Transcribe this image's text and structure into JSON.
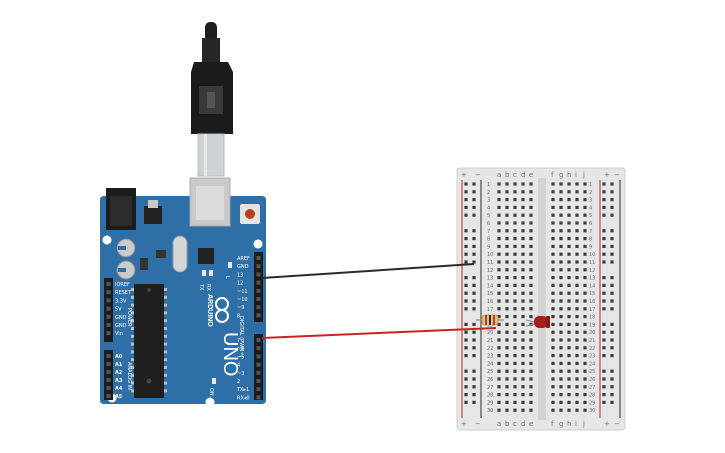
{
  "arduino": {
    "model": "UNO",
    "brand": "ARDUINO",
    "power_header_title": "POWER",
    "analog_header_title": "ANALOG IN",
    "digital_header_title": "DIGITAL (PWM~)",
    "power_pins": [
      "IOREF",
      "RESET",
      "3.3V",
      "5V",
      "GND",
      "GND",
      "Vin"
    ],
    "analog_pins": [
      "A0",
      "A1",
      "A2",
      "A3",
      "A4",
      "A5"
    ],
    "digital_pins_top": [
      "AREF",
      "GND",
      "13",
      "12",
      "~11",
      "~10",
      "~9",
      "8"
    ],
    "digital_pins_bottom": [
      "7",
      "~6",
      "~5",
      "4",
      "~3",
      "2",
      "TX▸1",
      "RX◂0"
    ],
    "led_labels": [
      "TX",
      "RX",
      "L"
    ],
    "on_label": "ON",
    "board_color": "#2f6fa7"
  },
  "breadboard": {
    "left_columns": [
      "a",
      "b",
      "c",
      "d",
      "e"
    ],
    "right_columns": [
      "f",
      "g",
      "h",
      "i",
      "j"
    ],
    "rail_plus": "+",
    "rail_minus": "−",
    "rows": [
      "1",
      "2",
      "3",
      "4",
      "5",
      "6",
      "7",
      "8",
      "9",
      "10",
      "11",
      "12",
      "13",
      "14",
      "15",
      "16",
      "17",
      "18",
      "19",
      "20",
      "21",
      "22",
      "23",
      "24",
      "25",
      "26",
      "27",
      "28",
      "29",
      "30"
    ]
  },
  "wires": {
    "gnd_color": "#2b2b2b",
    "signal_color": "#cc2222"
  },
  "components": {
    "led_color": "#a81d1d",
    "resistor_color": "#e8c27a"
  }
}
